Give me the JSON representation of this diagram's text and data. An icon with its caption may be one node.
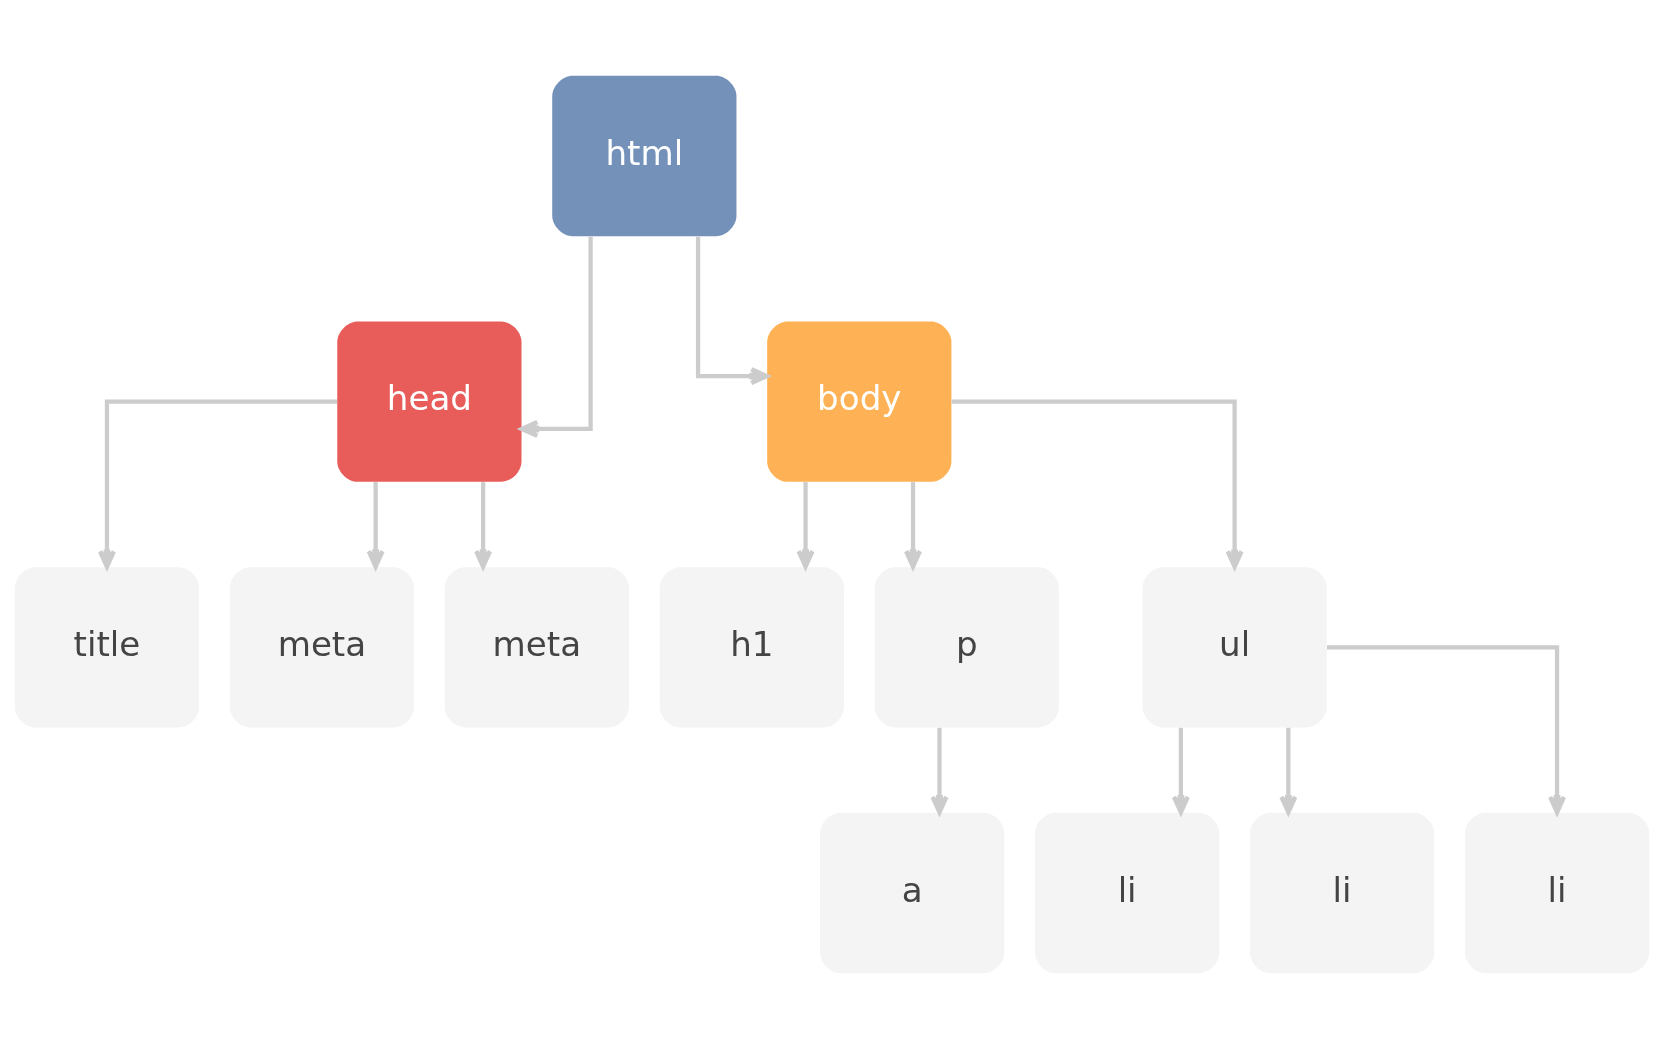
{
  "diagram": {
    "nodes": [
      {
        "text": [
          "html"
        ]
      },
      {
        "text": [
          "head"
        ]
      },
      {
        "text": [
          "body"
        ]
      },
      {
        "text": [
          "title"
        ]
      },
      {
        "text": [
          "meta"
        ]
      },
      {
        "text": [
          "meta"
        ]
      },
      {
        "text": [
          "h1"
        ]
      },
      {
        "text": [
          "p"
        ]
      },
      {
        "text": [
          "ul"
        ]
      },
      {
        "text": [
          "a"
        ]
      },
      {
        "text": [
          "li"
        ]
      },
      {
        "text": [
          "li"
        ]
      },
      {
        "text": [
          "li"
        ]
      }
    ],
    "edges": [
      {
        "from": 0,
        "to": 1,
        "arrow": "to"
      },
      {
        "from": 0,
        "to": 2,
        "arrow": "to"
      },
      {
        "from": 1,
        "to": 3,
        "arrow": "to"
      },
      {
        "from": 1,
        "to": 4,
        "arrow": "to"
      },
      {
        "from": 1,
        "to": 5,
        "arrow": "to"
      },
      {
        "from": 2,
        "to": 6,
        "arrow": "to"
      },
      {
        "from": 2,
        "to": 7,
        "arrow": "to"
      },
      {
        "from": 2,
        "to": 8,
        "arrow": "to"
      },
      {
        "from": 7,
        "to": 9,
        "arrow": "to"
      },
      {
        "from": 8,
        "to": 10,
        "arrow": "to"
      },
      {
        "from": 8,
        "to": 11,
        "arrow": "to"
      },
      {
        "from": 8,
        "to": 12,
        "arrow": "to"
      }
    ]
  }
}
